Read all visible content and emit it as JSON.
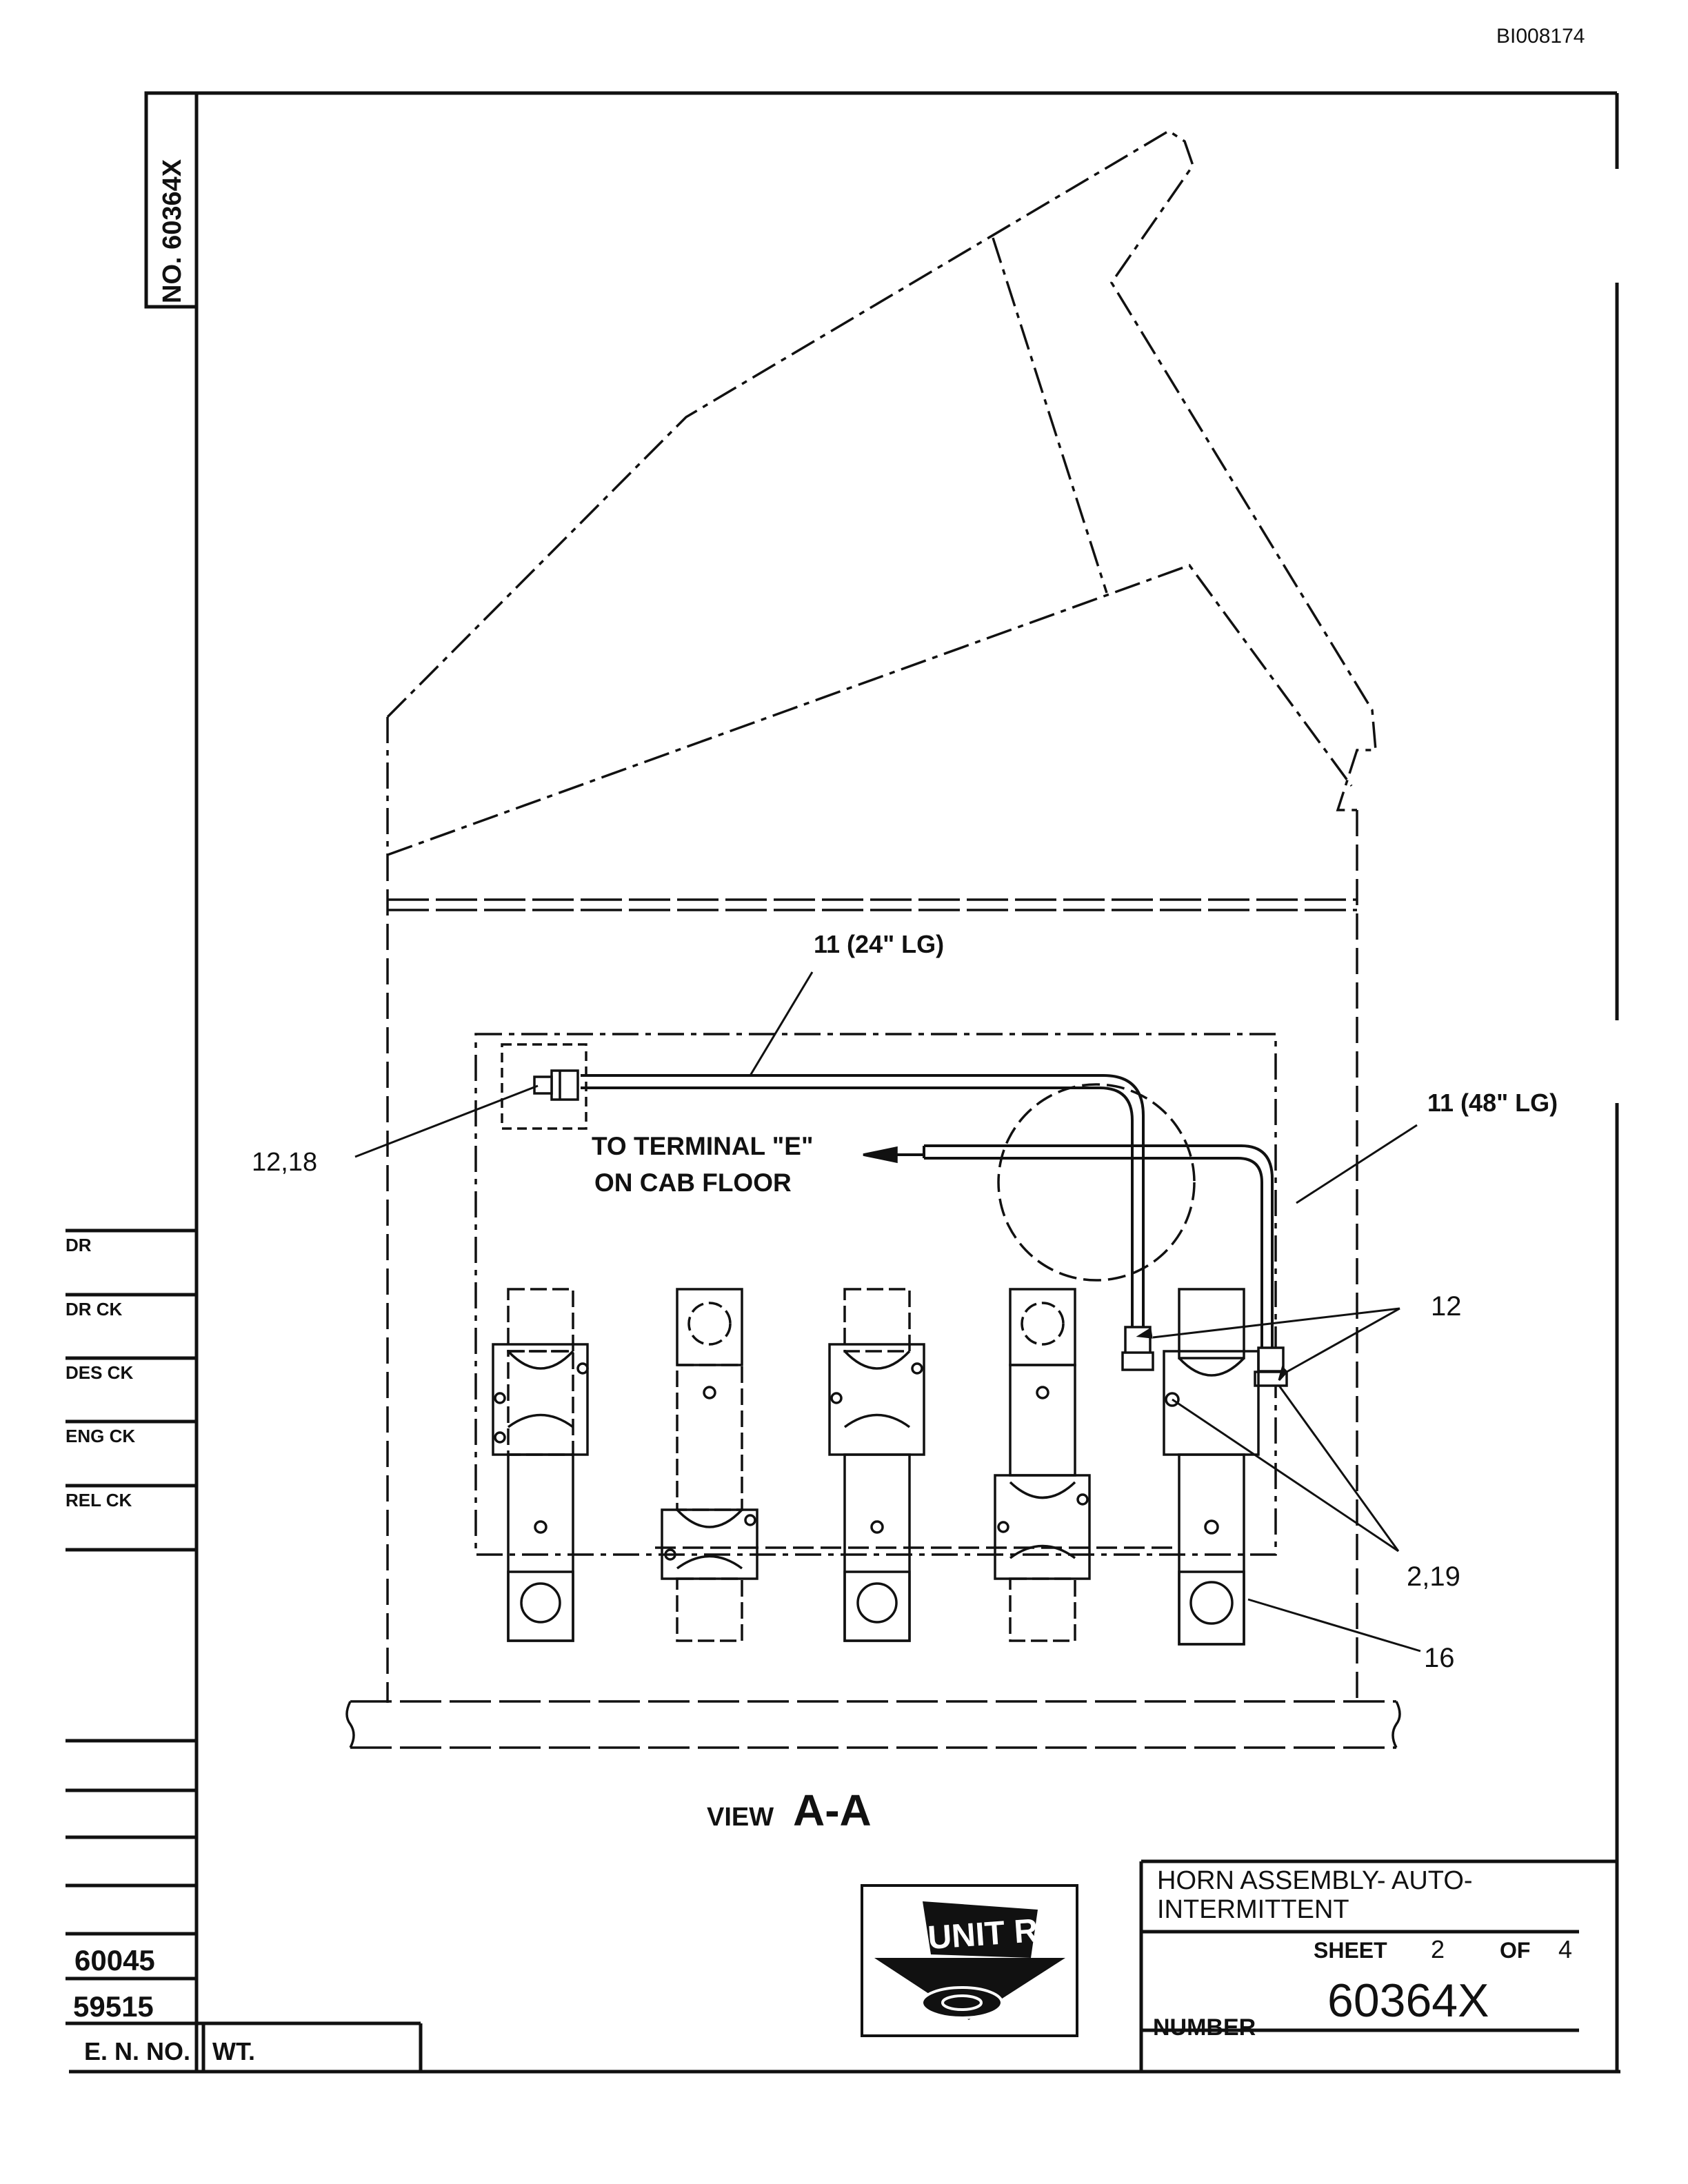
{
  "document_id": "BI008174",
  "side_stamp": {
    "prefix": "NO.",
    "number": "60364X"
  },
  "callouts": {
    "wire_24": "11 (24\" LG)",
    "wire_48": "11 (48\" LG)",
    "ref_12_18": "12,18",
    "terminal_line1": "TO TERMINAL \"E\"",
    "terminal_line2": "ON CAB FLOOR",
    "ref_12": "12",
    "ref_2_19": "2,19",
    "ref_16": "16"
  },
  "view_label": {
    "prefix": "VIEW",
    "name": "A-A"
  },
  "signoff": [
    "DR",
    "DR CK",
    "DES CK",
    "ENG CK",
    "REL CK"
  ],
  "change_numbers": [
    "60045",
    "59515"
  ],
  "en_no_label": "E. N. NO.",
  "wt_label": "WT.",
  "logo": {
    "text": "UNIT RIG"
  },
  "title_block": {
    "title_line1": "HORN ASSEMBLY- AUTO-",
    "title_line2": "INTERMITTENT",
    "sheet_label": "SHEET",
    "sheet_num": "2",
    "of_label": "OF",
    "sheet_total": "4",
    "number_label": "NUMBER",
    "drawing_number": "60364X"
  }
}
